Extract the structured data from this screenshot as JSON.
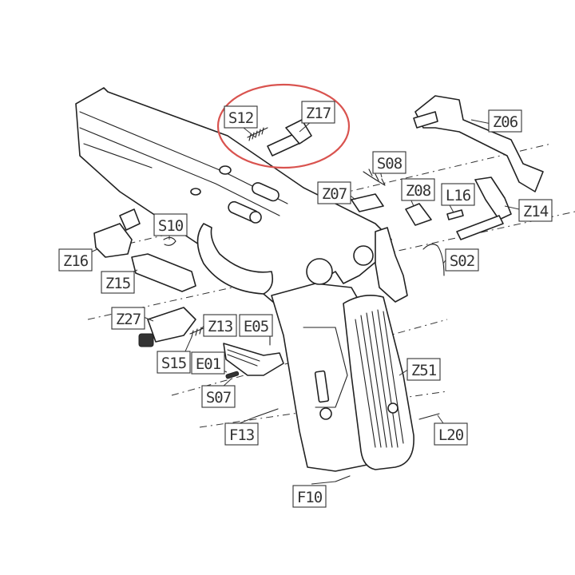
{
  "highlight_color": "#d9534f",
  "line_color": "#222222",
  "labels": {
    "s12": "S12",
    "z17": "Z17",
    "z06": "Z06",
    "s08": "S08",
    "z07": "Z07",
    "z08": "Z08",
    "l16": "L16",
    "z14": "Z14",
    "s10": "S10",
    "z16": "Z16",
    "z15": "Z15",
    "s02": "S02",
    "z27": "Z27",
    "z13": "Z13",
    "e05": "E05",
    "s15": "S15",
    "e01": "E01",
    "z51": "Z51",
    "s07": "S07",
    "f13": "F13",
    "l20": "L20",
    "f10": "F10"
  },
  "icons": {
    "frame": "pistol-frame-icon",
    "grip": "grip-panel-icon",
    "highlight": "highlight-ellipse-icon"
  }
}
